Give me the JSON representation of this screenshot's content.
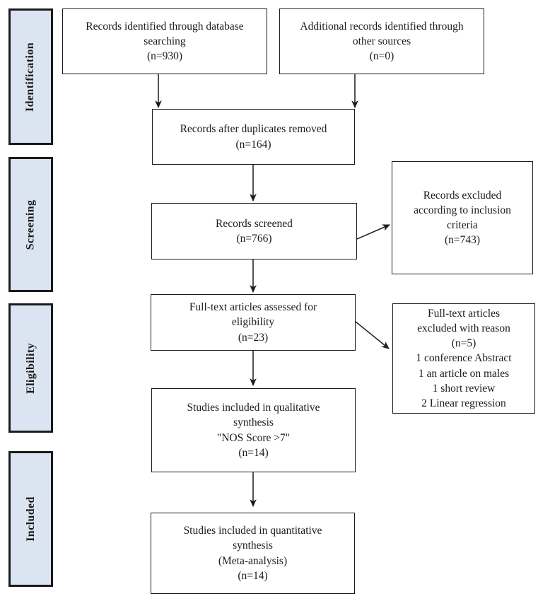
{
  "stages": [
    {
      "label": "Identification"
    },
    {
      "label": "Screening"
    },
    {
      "label": "Eligibility"
    },
    {
      "label": "Included"
    }
  ],
  "nodes": {
    "records_identified": {
      "text": "Records identified through database\nsearching\n(n=930)"
    },
    "additional_records": {
      "text": "Additional records identified through\nother sources\n(n=0)"
    },
    "duplicates_removed": {
      "text": "Records after duplicates removed\n(n=164)"
    },
    "records_screened": {
      "text": "Records screened\n(n=766)"
    },
    "records_excluded": {
      "text": "Records excluded\naccording to inclusion\ncriteria\n(n=743)"
    },
    "fulltext_assessed": {
      "text": "Full-text articles assessed for\neligibility\n(n=23)"
    },
    "fulltext_excluded": {
      "text": "Full-text articles\nexcluded with reason\n(n=5)\n1 conference Abstract\n1 an article on males\n1 short review\n2 Linear regression"
    },
    "qualitative_synthesis": {
      "text": "Studies included in qualitative\nsynthesis\n\"NOS Score >7\"\n(n=14)"
    },
    "quantitative_synthesis": {
      "text": "Studies included in quantitative\nsynthesis\n(Meta-analysis)\n(n=14)"
    }
  },
  "colors": {
    "stage_fill": "#dbe5f1",
    "line_color": "#1b1b1b"
  }
}
